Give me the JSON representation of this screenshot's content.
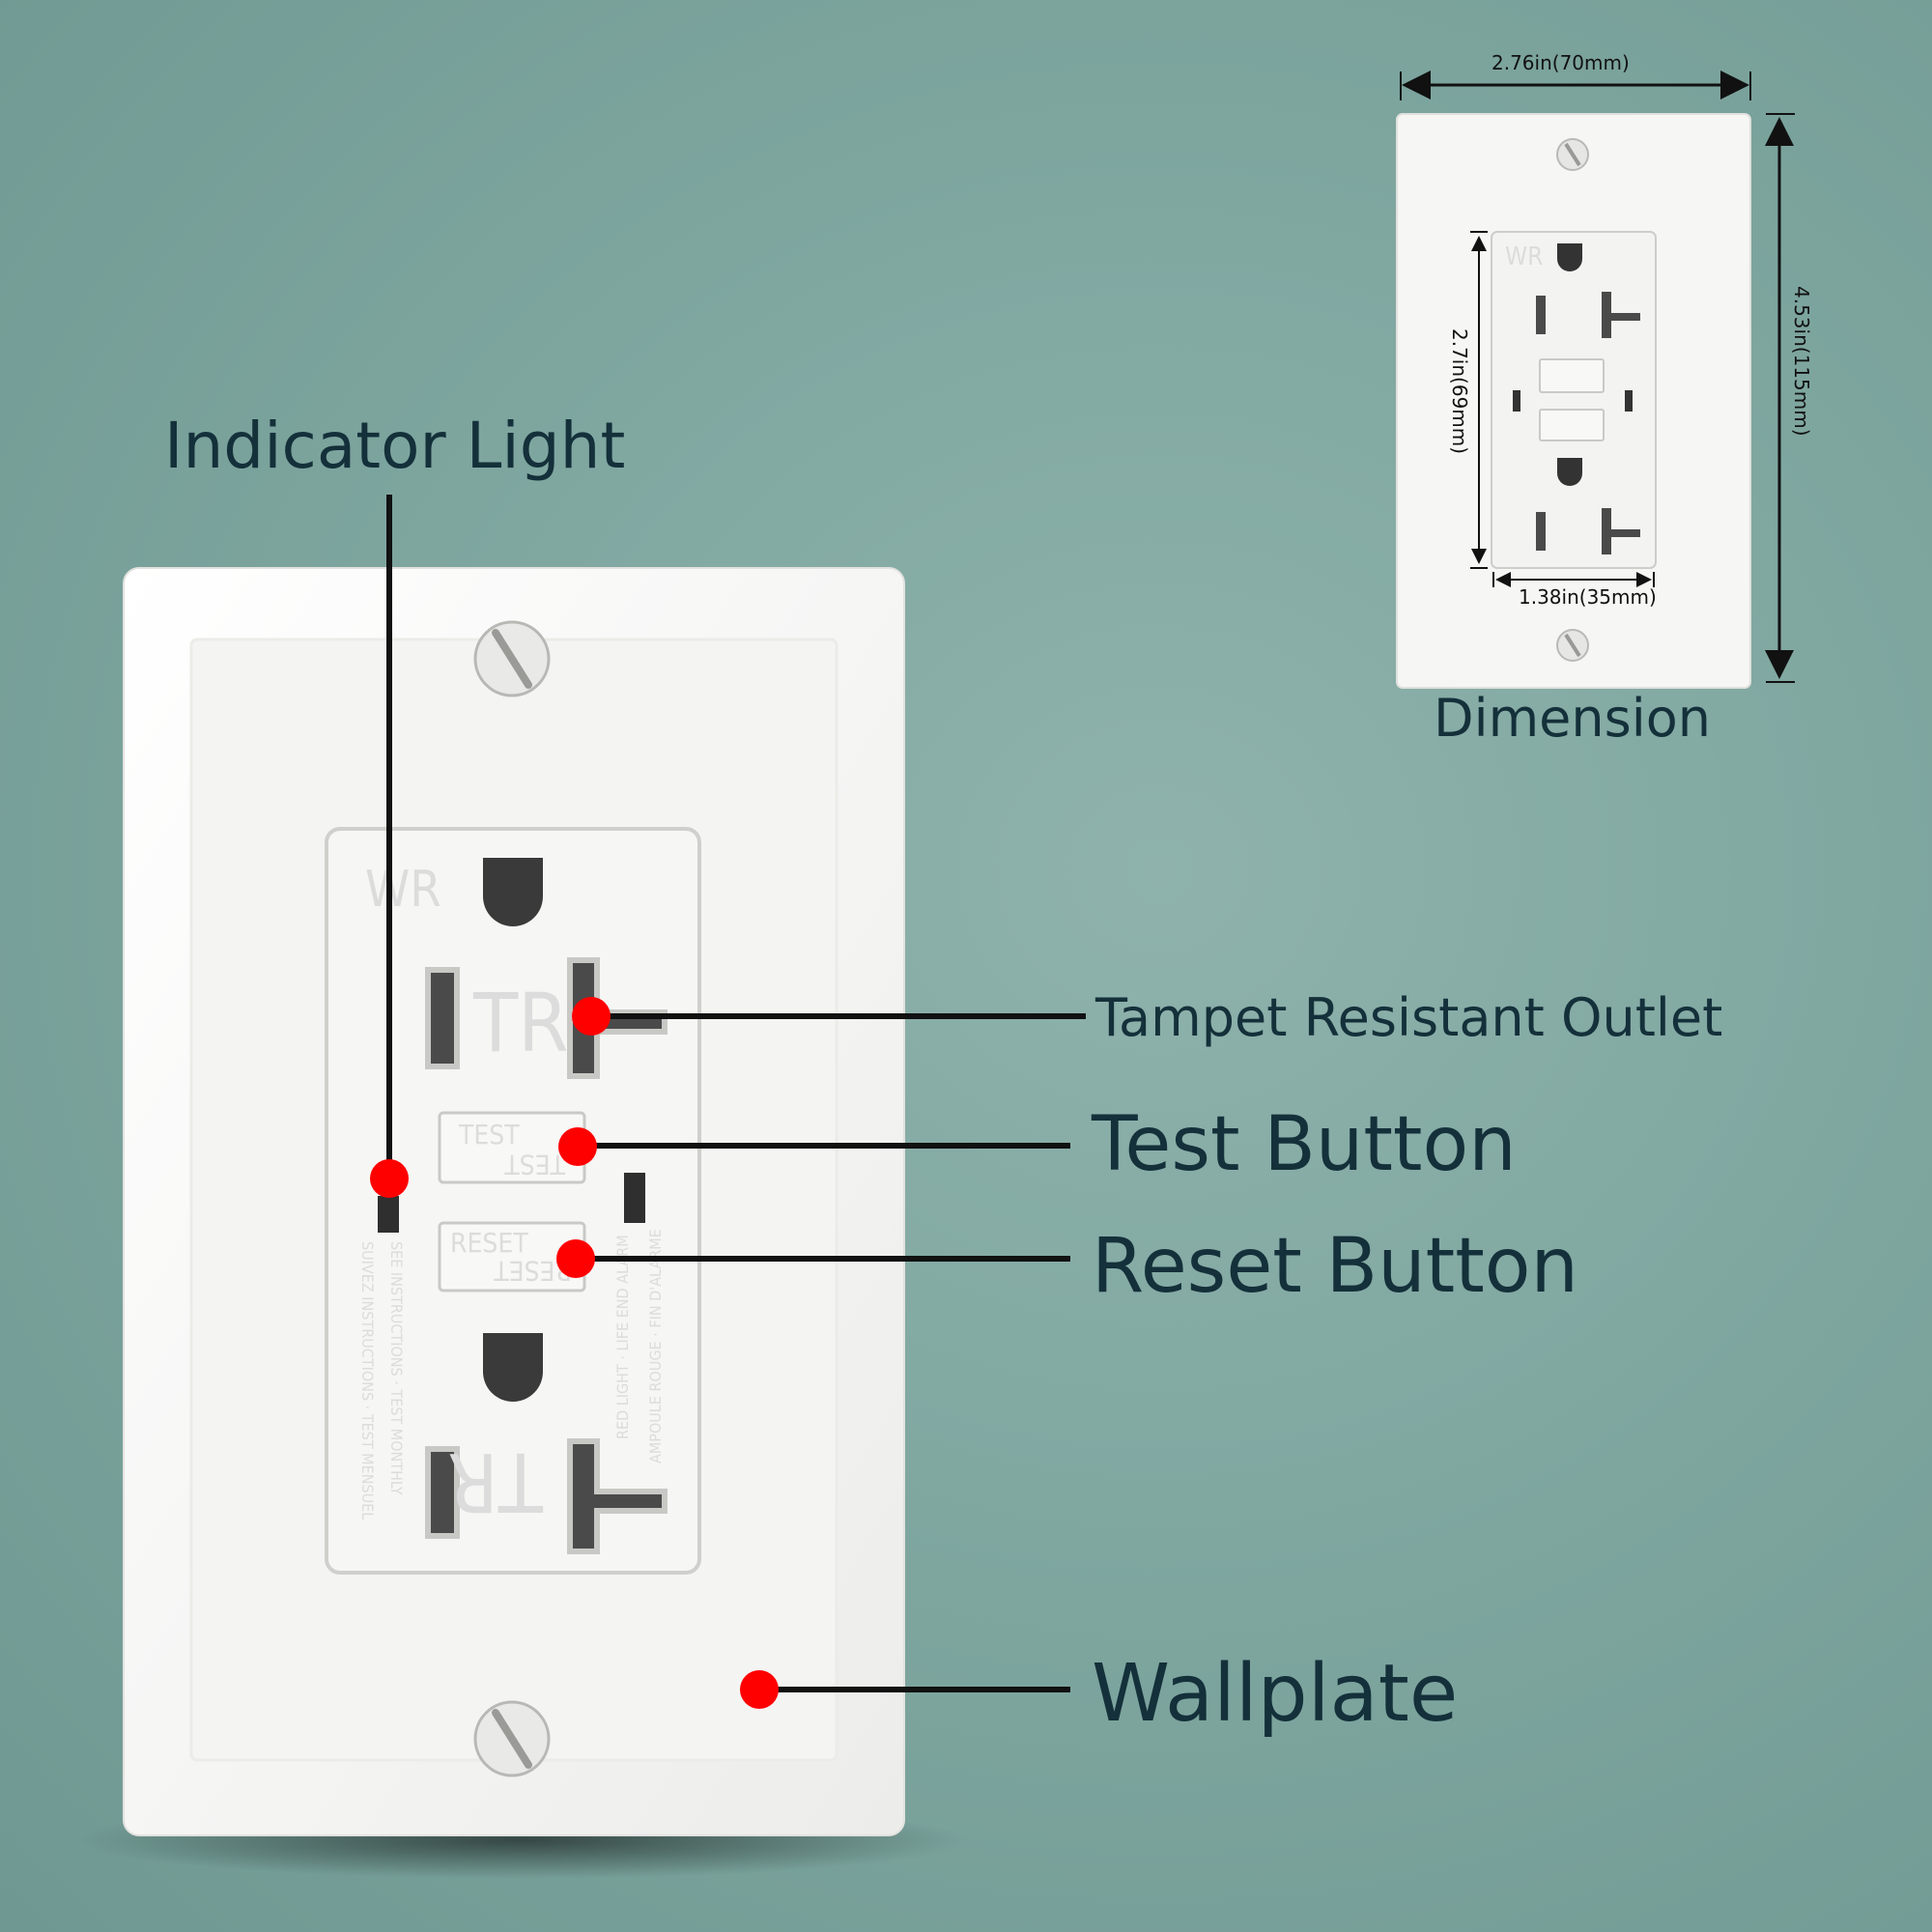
{
  "callouts": {
    "indicator_light": "Indicator Light",
    "tamper_resistant": "Tampet Resistant Outlet",
    "test_button": "Test Button",
    "reset_button": "Reset Button",
    "wallplate": "Wallplate",
    "dimension_title": "Dimension"
  },
  "dimensions": {
    "plate_width": "2.76in(70mm)",
    "plate_height": "4.53in(115mm)",
    "outlet_height": "2.7in(69mm)",
    "outlet_width": "1.38in(35mm)"
  },
  "device_markings": {
    "brand": "WR",
    "tr_mark": "TR",
    "test": "TEST",
    "reset": "RESET",
    "left_text_1": "SEE INSTRUCTIONS · TEST MONTHLY",
    "left_text_2": "SUIVEZ INSTRUCTIONS · TEST MENSUEL",
    "right_text_1": "RED LIGHT · LIFE END ALARM",
    "right_text_2": "AMPOULE ROUGE · FIN D'ALARME"
  },
  "colors": {
    "background": "#7fa7a0",
    "callout_dot": "#ff0000",
    "label_text": "#14303a",
    "plate": "#f6f6f4"
  }
}
